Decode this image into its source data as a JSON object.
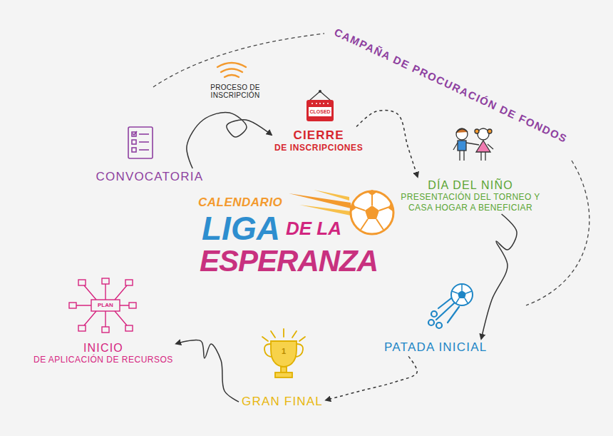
{
  "diagram": {
    "title": "CALENDARIO",
    "nodes": [
      {
        "text": [
          "CONVOCATORIA"
        ]
      },
      {
        "text": [
          "CIERRE",
          "DE INSCRIPCIONES"
        ]
      },
      {
        "text": [
          "DÍA DEL NIÑO",
          "PRESENTACIÓN DEL TORNEO Y CASA HOGAR A BENEFICIAR"
        ]
      },
      {
        "text": [
          "PATADA INICIAL"
        ]
      },
      {
        "text": [
          "GRAN FINAL"
        ]
      },
      {
        "text": [
          "INICIO",
          "DE APLICACIÓN DE RECURSOS"
        ]
      }
    ],
    "edges": [
      {
        "from": 0,
        "to": 1,
        "arrow": "to",
        "label": "PROCESO DE INSCRIPCIÓN"
      },
      {
        "from": 1,
        "to": 2,
        "arrow": "to"
      },
      {
        "from": 2,
        "to": 3,
        "arrow": "to"
      },
      {
        "from": 3,
        "to": 4,
        "arrow": "to"
      },
      {
        "from": 4,
        "to": 5,
        "arrow": "to"
      }
    ],
    "labels": [
      "CAMPAÑA DE PROCURACIÓN DE FONDOS",
      "CLOSED",
      "LIGA",
      "DE LA",
      "ESPERANZA",
      "PLAN",
      "1"
    ]
  }
}
